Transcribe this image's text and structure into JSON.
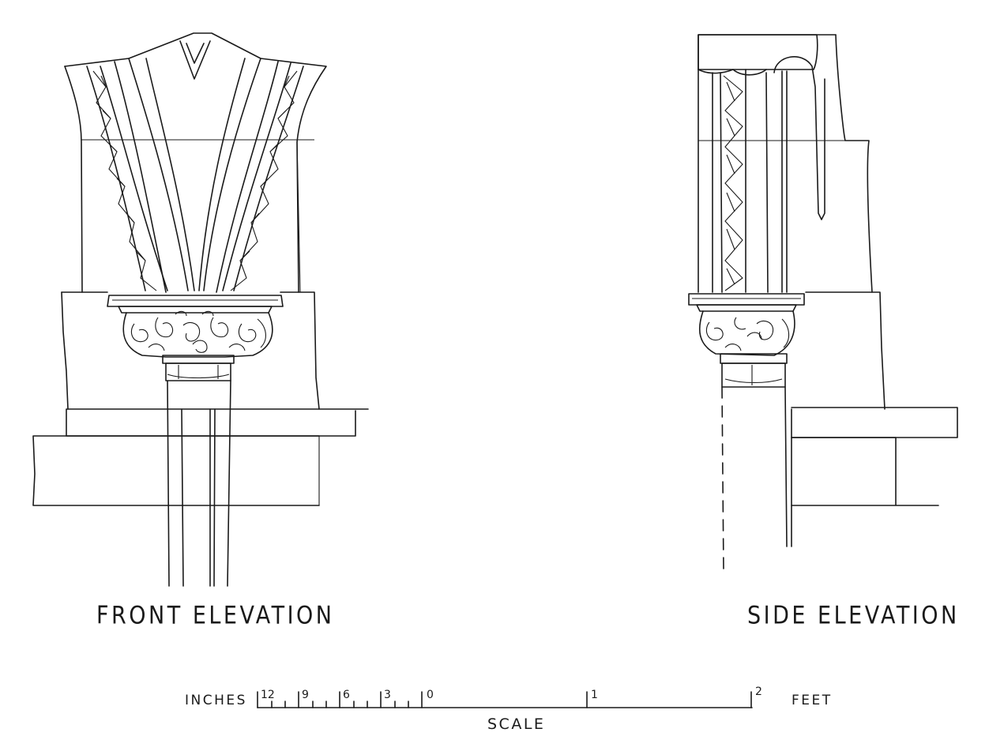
{
  "labels": {
    "front": "FRONT ELEVATION",
    "side": "SIDE ELEVATION"
  },
  "scale": {
    "title": "SCALE",
    "left_unit": "INCHES",
    "right_unit": "FEET",
    "inch_ticks": [
      "12",
      "9",
      "6",
      "3",
      "0"
    ],
    "feet_ticks": [
      "1",
      "2"
    ]
  },
  "colors": {
    "ink": "#1a1a1a",
    "paper": "#ffffff"
  }
}
